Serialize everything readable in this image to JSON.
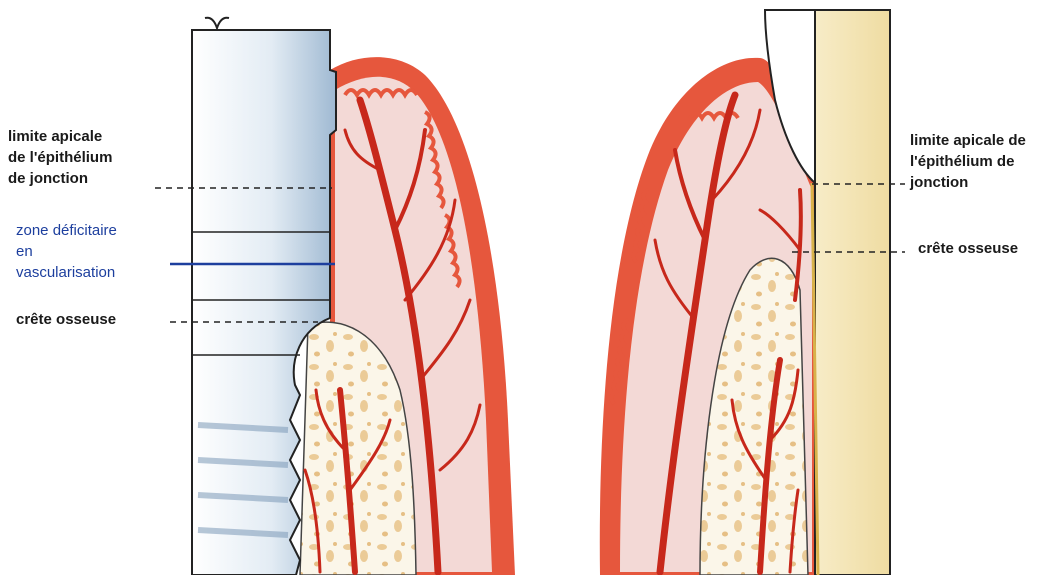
{
  "colors": {
    "gingiva": "#e6573d",
    "gingiva_light": "#f3d9d6",
    "vessel": "#c7281b",
    "bone": "#fbf6e9",
    "bone_trabecula": "#ebcb97",
    "implant_light": "#ffffff",
    "implant_shade": "#b9cde0",
    "tooth": "#f4e6b8",
    "blue_label": "#1d3f9e"
  },
  "left_panel": {
    "subject": "implant",
    "labels": {
      "epithelium": [
        "limite apicale",
        "de l'épithélium",
        "de jonction"
      ],
      "deficient_zone": [
        "zone déficitaire",
        "en",
        "vascularisation"
      ],
      "bone_crest": "crête osseuse"
    }
  },
  "right_panel": {
    "subject": "natural-tooth",
    "labels": {
      "epithelium": [
        "limite apicale de",
        "l'épithélium de",
        "jonction"
      ],
      "bone_crest": "crête osseuse"
    }
  }
}
